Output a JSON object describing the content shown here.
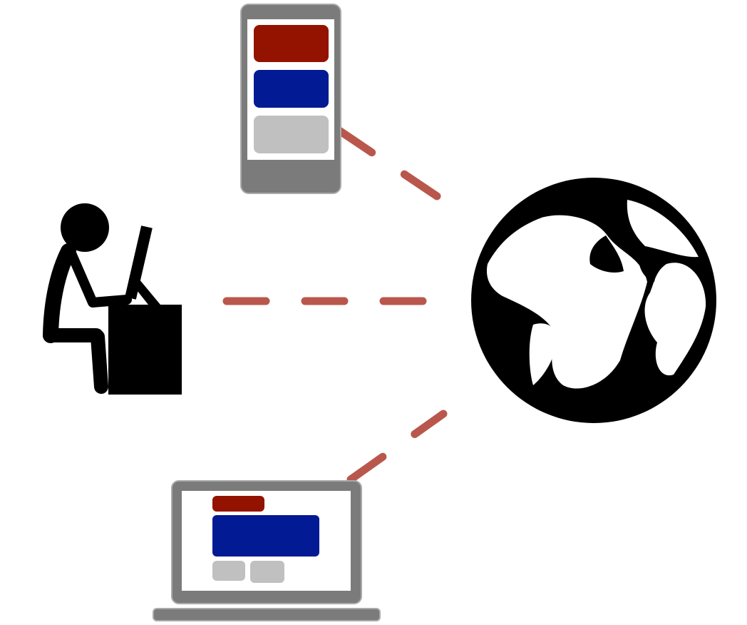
{
  "diagram": {
    "nodes": [
      {
        "id": "user",
        "icon": "person-at-computer-icon"
      },
      {
        "id": "phone",
        "icon": "mobile-phone-icon"
      },
      {
        "id": "laptop",
        "icon": "laptop-icon"
      },
      {
        "id": "internet",
        "icon": "globe-icon"
      }
    ],
    "connections": [
      {
        "from": "phone",
        "to": "internet",
        "style": "dashed"
      },
      {
        "from": "user",
        "to": "internet",
        "style": "dashed"
      },
      {
        "from": "laptop",
        "to": "internet",
        "style": "dashed"
      }
    ]
  },
  "colors": {
    "connector": "#b9574d",
    "device_frame": "#7b7b7b",
    "device_border": "#aaaaaa",
    "block_red": "#931200",
    "block_blue": "#021a93",
    "block_gray": "#c0c0c0",
    "ink": "#000000",
    "background": "#ffffff"
  }
}
